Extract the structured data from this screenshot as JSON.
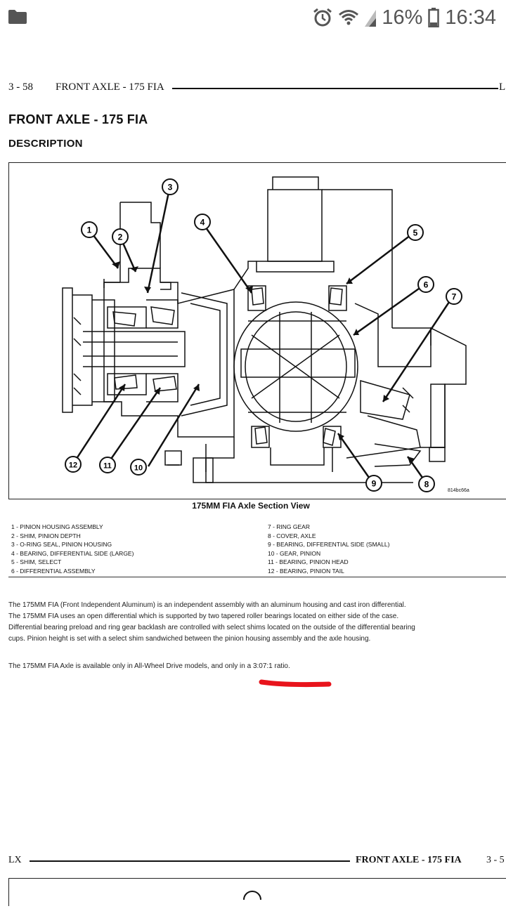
{
  "status_bar": {
    "battery": "16%",
    "time": "16:34"
  },
  "header": {
    "page_number": "3 - 58",
    "section_title": "FRONT AXLE - 175 FIA",
    "right_tag": "L"
  },
  "title": "FRONT AXLE - 175 FIA",
  "subtitle": "DESCRIPTION",
  "figure": {
    "caption": "175MM FIA Axle Section View",
    "ref_code": "814bc66a",
    "callouts": [
      "1",
      "2",
      "3",
      "4",
      "5",
      "6",
      "7",
      "8",
      "9",
      "10",
      "11",
      "12"
    ]
  },
  "legend_left": [
    "1 - PINION HOUSING ASSEMBLY",
    "2 - SHIM, PINION DEPTH",
    "3 - O-RING SEAL, PINION HOUSING",
    "4 - BEARING, DIFFERENTIAL SIDE (LARGE)",
    "5 - SHIM, SELECT",
    "6 - DIFFERENTIAL ASSEMBLY"
  ],
  "legend_right": [
    "7 - RING GEAR",
    "8 - COVER, AXLE",
    "9 - BEARING, DIFFERENTIAL SIDE (SMALL)",
    "10 - GEAR, PINION",
    "11 - BEARING, PINION HEAD",
    "12 - BEARING, PINION TAIL"
  ],
  "paragraphs": [
    "The 175MM FIA (Front Independent Aluminum) is an independent assembly with an aluminum housing and cast iron differential. The 175MM FIA uses an open differential which is supported by two tapered roller bearings located on either side of the case. Differential bearing preload and ring gear backlash are controlled with select shims located on the outside of the differential bearing cups. Pinion height is set with a select shim sandwiched between the pinion housing assembly and the axle housing.",
    "The 175MM FIA Axle is available only in All-Wheel Drive models, and only in a 3:07:1 ratio."
  ],
  "footer": {
    "left_tag": "LX",
    "section_title": "FRONT AXLE - 175 FIA",
    "page_number": "3 - 5"
  },
  "colors": {
    "annotation_mark": "#e8141c",
    "status_icons": "#555555"
  }
}
